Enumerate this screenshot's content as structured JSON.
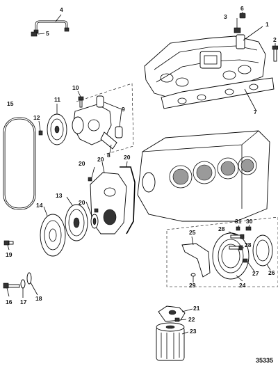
{
  "callouts": [
    "1",
    "2",
    "3",
    "4",
    "5",
    "6",
    "7",
    "8",
    "9",
    "10",
    "11",
    "12",
    "13",
    "14",
    "15",
    "16",
    "17",
    "18",
    "19",
    "20",
    "21",
    "22",
    "23",
    "24",
    "25",
    "26",
    "27",
    "28",
    "29",
    "30",
    "31"
  ],
  "figure_number": "35335"
}
